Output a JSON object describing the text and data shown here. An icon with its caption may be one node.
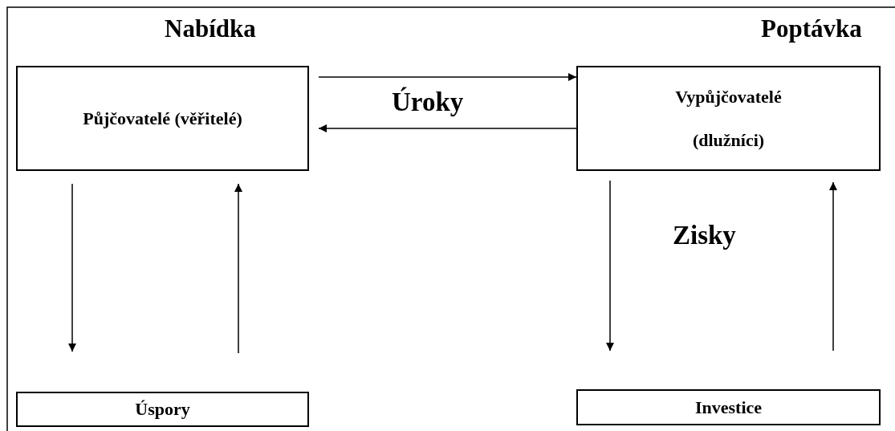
{
  "diagram": {
    "nodes": [
      {
        "text": [
          "Nabídka",
          "Půjčovatelé (věřitelé)"
        ]
      },
      {
        "text": [
          "Poptávka",
          "Vypůjčovatelé (dlužníci)"
        ]
      },
      {
        "text": [
          "Úspory"
        ]
      },
      {
        "text": [
          "Investice"
        ]
      }
    ],
    "edges": [
      {
        "from": 0,
        "to": 1,
        "arrow": "to"
      },
      {
        "from": 1,
        "to": 0,
        "arrow": "to"
      },
      {
        "from": 0,
        "to": 2,
        "arrow": "to"
      },
      {
        "from": 2,
        "to": 0,
        "arrow": "to"
      },
      {
        "from": 1,
        "to": 3,
        "arrow": "to"
      },
      {
        "from": 3,
        "to": 1,
        "arrow": "to"
      }
    ],
    "labels": [
      "Úroky",
      "Zisky"
    ]
  }
}
